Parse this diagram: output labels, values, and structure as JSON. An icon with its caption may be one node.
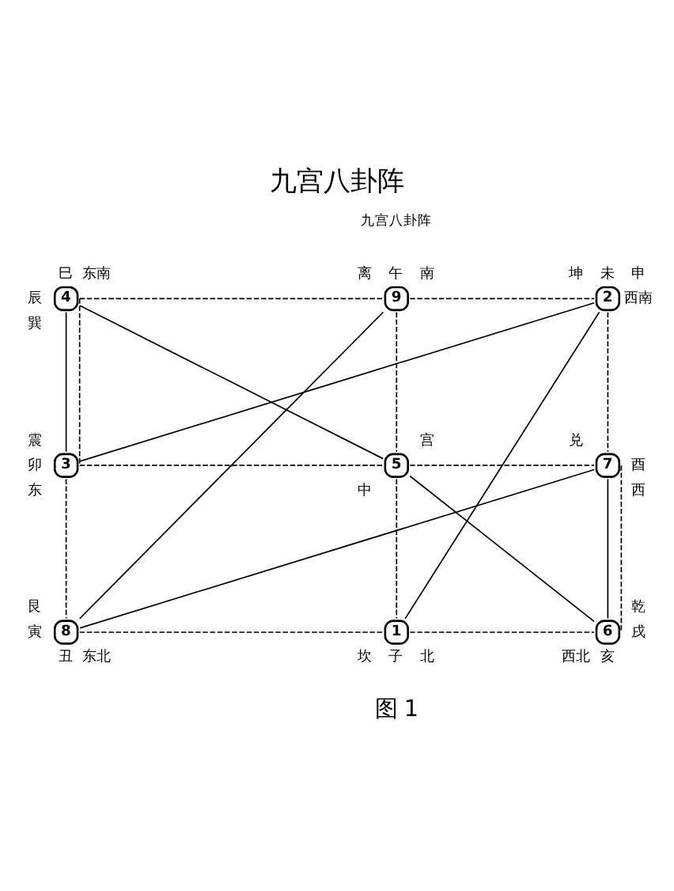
{
  "diagram": {
    "title": "九宫八卦阵",
    "caption": "图 1",
    "nodes": [
      {
        "text": [
          "4"
        ],
        "beside": [
          "巳",
          "辰",
          "东南",
          "巽"
        ]
      },
      {
        "text": [
          "9"
        ],
        "beside": [
          "午",
          "离",
          "南"
        ]
      },
      {
        "text": [
          "2"
        ],
        "beside": [
          "未",
          "申",
          "坤",
          "西南"
        ]
      },
      {
        "text": [
          "3"
        ],
        "beside": [
          "震",
          "卯",
          "东"
        ]
      },
      {
        "text": [
          "5"
        ],
        "beside": [
          "中",
          "宫"
        ]
      },
      {
        "text": [
          "7"
        ],
        "beside": [
          "兑",
          "酉",
          "西"
        ]
      },
      {
        "text": [
          "8"
        ],
        "beside": [
          "艮",
          "寅",
          "东北",
          "丑"
        ]
      },
      {
        "text": [
          "1"
        ],
        "beside": [
          "坎",
          "北",
          "子"
        ]
      },
      {
        "text": [
          "6"
        ],
        "beside": [
          "乾",
          "西北",
          "戌",
          "亥"
        ]
      }
    ],
    "edges": [
      {
        "from": 7,
        "to": 2,
        "arrow": "none"
      },
      {
        "from": 2,
        "to": 3,
        "arrow": "none"
      },
      {
        "from": 3,
        "to": 0,
        "arrow": "none"
      },
      {
        "from": 0,
        "to": 4,
        "arrow": "none"
      },
      {
        "from": 4,
        "to": 8,
        "arrow": "none"
      },
      {
        "from": 8,
        "to": 5,
        "arrow": "none"
      },
      {
        "from": 5,
        "to": 6,
        "arrow": "none"
      },
      {
        "from": 6,
        "to": 1,
        "arrow": "none"
      },
      {
        "from": 0,
        "to": 1,
        "arrow": "none",
        "style": "dashed"
      },
      {
        "from": 1,
        "to": 2,
        "arrow": "none",
        "style": "dashed"
      },
      {
        "from": 3,
        "to": 4,
        "arrow": "none",
        "style": "dashed"
      },
      {
        "from": 4,
        "to": 5,
        "arrow": "none",
        "style": "dashed"
      },
      {
        "from": 6,
        "to": 7,
        "arrow": "none",
        "style": "dashed"
      },
      {
        "from": 7,
        "to": 8,
        "arrow": "none",
        "style": "dashed"
      },
      {
        "from": 0,
        "to": 3,
        "arrow": "none",
        "style": "dashed"
      },
      {
        "from": 3,
        "to": 6,
        "arrow": "none",
        "style": "dashed"
      },
      {
        "from": 1,
        "to": 4,
        "arrow": "none",
        "style": "dashed"
      },
      {
        "from": 4,
        "to": 7,
        "arrow": "none",
        "style": "dashed"
      },
      {
        "from": 2,
        "to": 5,
        "arrow": "none",
        "style": "dashed"
      },
      {
        "from": 5,
        "to": 8,
        "arrow": "none",
        "style": "dashed"
      }
    ],
    "labels": [
      "九宫八卦阵"
    ]
  }
}
